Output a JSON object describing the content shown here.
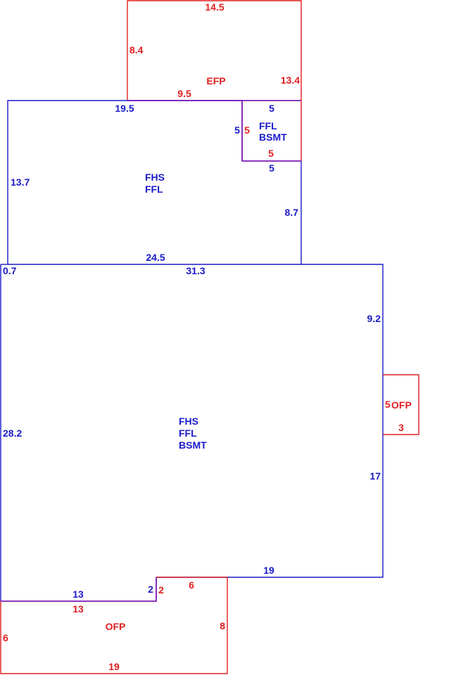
{
  "colors": {
    "living_area": "#1a1ac8",
    "porch": "#e02020",
    "shared_wall": "#7a1ab4",
    "background": "#ffffff"
  },
  "areas": {
    "upper_wing": {
      "labels": [
        "FHS",
        "FFL"
      ],
      "dims": {
        "top": "19.5",
        "left": "13.7",
        "right": "8.7",
        "bottom": "24.5"
      }
    },
    "small_bsmt": {
      "labels": [
        "FFL",
        "BSMT"
      ],
      "dims": {
        "top": "5",
        "left_blue": "5",
        "left_red": "5",
        "right_red": "5",
        "bottom": "5"
      }
    },
    "efp": {
      "label": "EFP",
      "dims": {
        "top": "14.5",
        "left": "8.4",
        "right": "13.4",
        "bottom": "9.5"
      }
    },
    "main_block": {
      "labels": [
        "FHS",
        "FFL",
        "BSMT"
      ],
      "dims": {
        "top": "31.3",
        "step": "0.7",
        "right_upper": "9.2",
        "right_lower": "17",
        "left": "28.2",
        "bottom_right": "19",
        "notch": "2",
        "bottom_left": "13"
      }
    },
    "side_ofp": {
      "label": "OFP",
      "dims": {
        "height": "5",
        "width": "3"
      }
    },
    "bottom_ofp": {
      "label": "OFP",
      "dims": {
        "top_left": "13",
        "notch": "2",
        "top_right": "6",
        "right": "8",
        "left": "6",
        "bottom": "19"
      }
    }
  }
}
